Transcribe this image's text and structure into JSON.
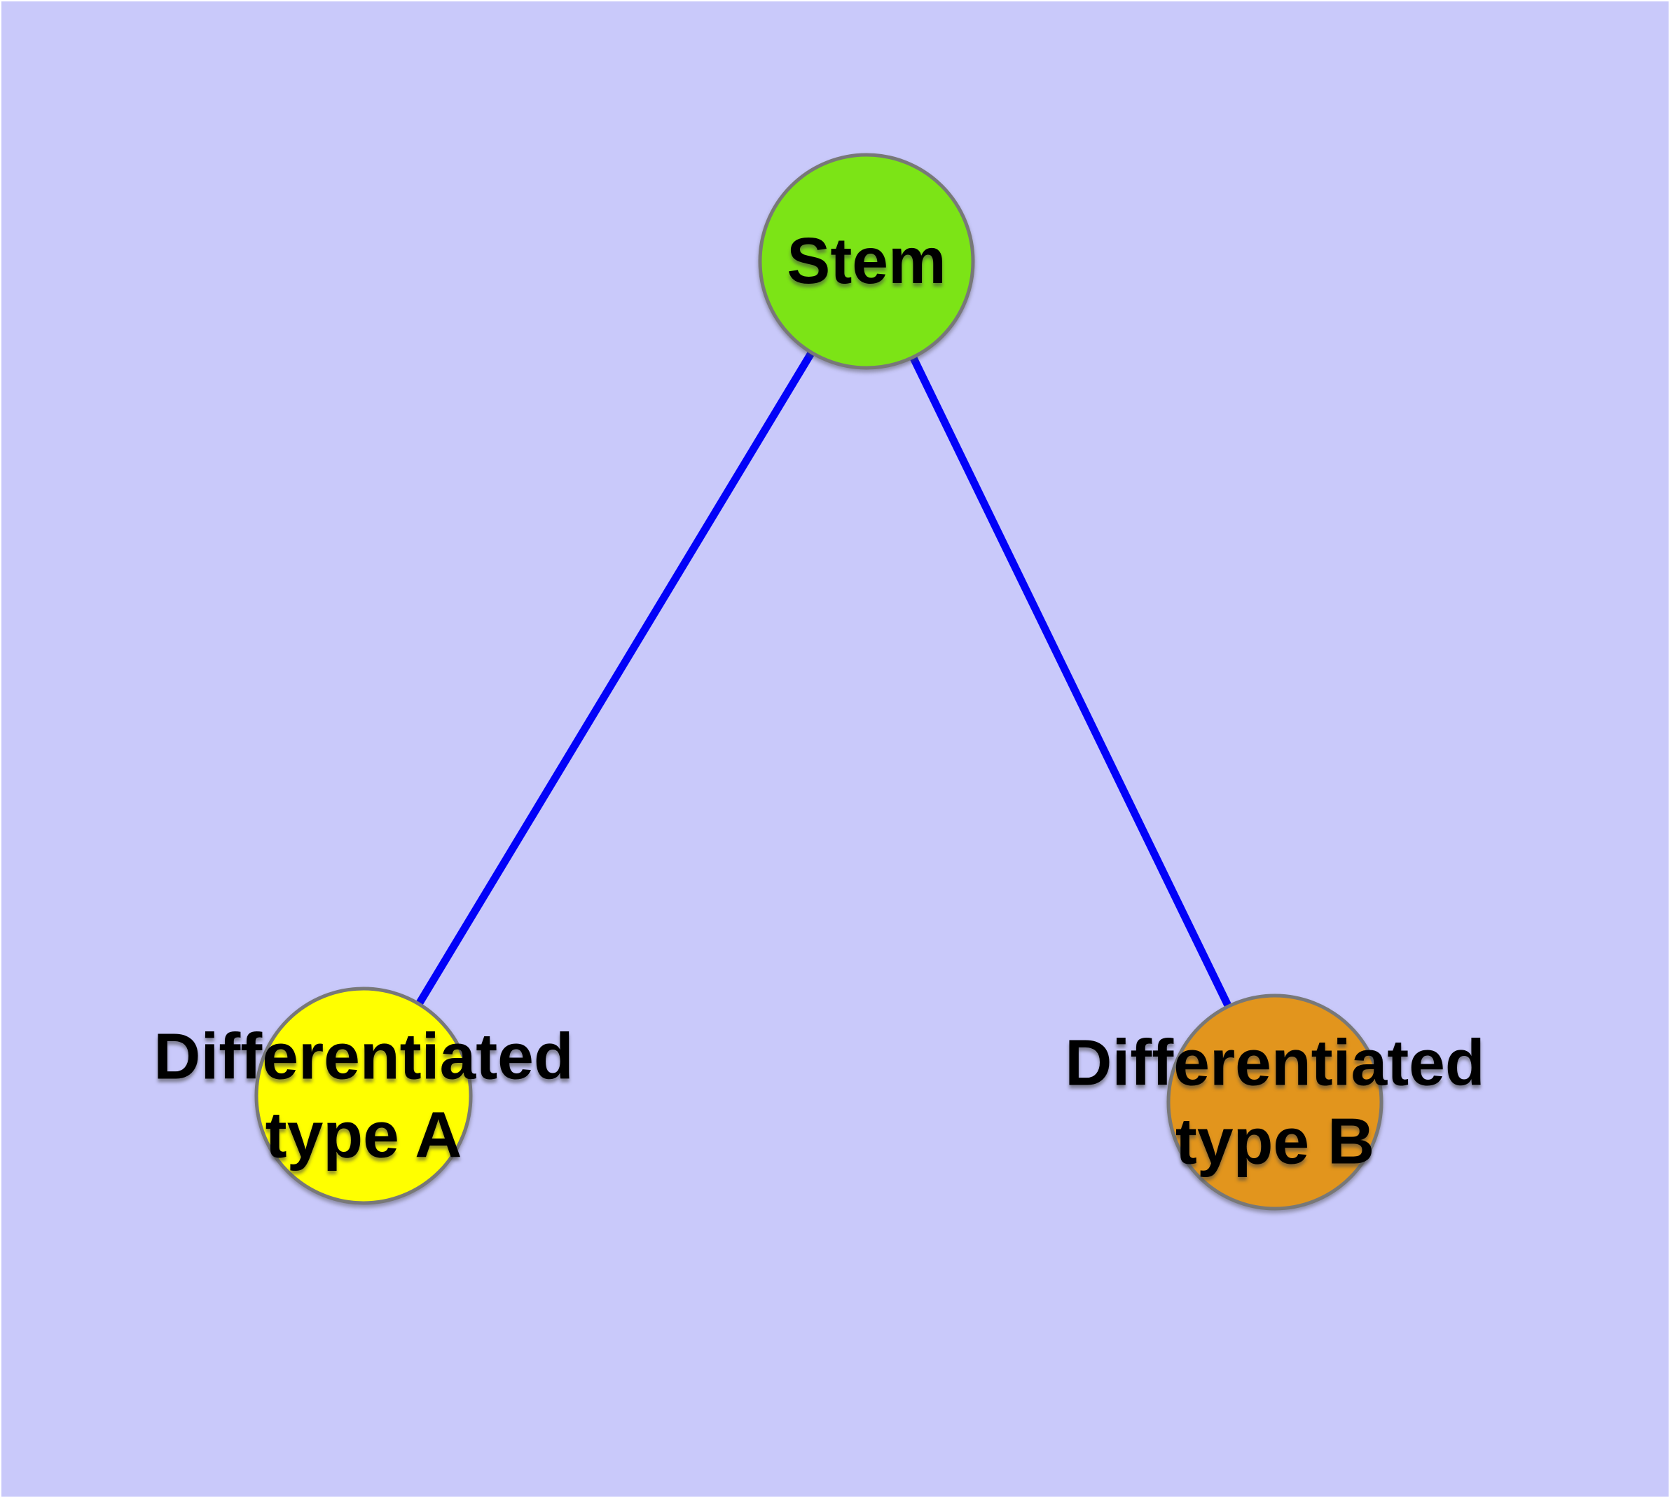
{
  "diagram": {
    "background": "#C9C9FA",
    "frame_color": "#FFFFFF",
    "edge_color": "#0202F8",
    "node_border_color": "#787878",
    "label_color": "#000000",
    "nodes": {
      "stem": {
        "label": "Stem",
        "fill": "#7CE416"
      },
      "diff_a": {
        "label_line1": "Differentiated",
        "label_line2": "type A",
        "fill": "#FFFF00"
      },
      "diff_b": {
        "label_line1": "Differentiated",
        "label_line2": "type B",
        "fill": "#E2951D"
      }
    }
  }
}
